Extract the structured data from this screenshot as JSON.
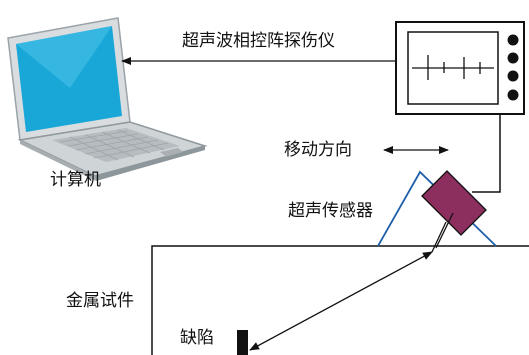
{
  "labels": {
    "instrument": "超声波相控阵探伤仪",
    "computer": "计算机",
    "movement_direction": "移动方向",
    "sensor": "超声传感器",
    "specimen": "金属试件",
    "defect": "缺陷"
  },
  "colors": {
    "laptop_screen": "#19a7d8",
    "sensor_fill": "#8c2f5f",
    "wedge_outline": "#1f5ea8",
    "line": "#111111"
  }
}
